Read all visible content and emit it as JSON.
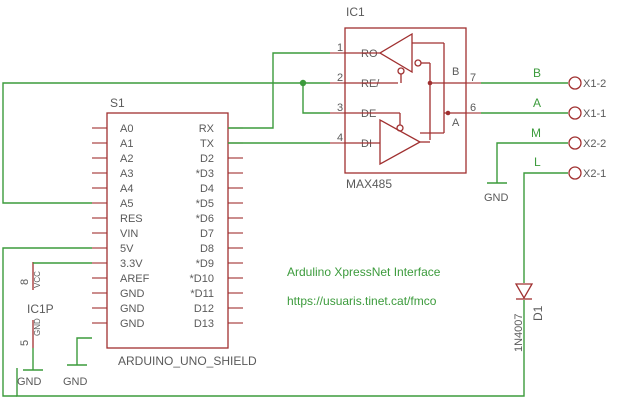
{
  "ic1": {
    "ref": "IC1",
    "value": "MAX485",
    "pins": [
      {
        "num": "1",
        "name": "RO"
      },
      {
        "num": "2",
        "name": "RE/"
      },
      {
        "num": "3",
        "name": "DE"
      },
      {
        "num": "4",
        "name": "DI"
      },
      {
        "num": "7",
        "name": "B"
      },
      {
        "num": "6",
        "name": "A"
      }
    ]
  },
  "s1": {
    "ref": "S1",
    "value": "ARDUINO_UNO_SHIELD",
    "left_pins": [
      "A0",
      "A1",
      "A2",
      "A3",
      "A4",
      "A5",
      "RES",
      "VIN",
      "5V",
      "3.3V",
      "AREF",
      "GND",
      "GND",
      "GND"
    ],
    "right_pins": [
      "RX",
      "TX",
      "D2",
      "*D3",
      "D4",
      "*D5",
      "*D6",
      "D7",
      "D8",
      "*D9",
      "*D10",
      "*D11",
      "D12",
      "D13"
    ]
  },
  "ic1p": {
    "ref": "IC1P",
    "pin_vcc_num": "8",
    "pin_vcc_name": "VCC",
    "pin_gnd_num": "5",
    "pin_gnd_name": "GND"
  },
  "connectors": [
    {
      "net": "B",
      "label": "X1-2"
    },
    {
      "net": "A",
      "label": "X1-1"
    },
    {
      "net": "M",
      "label": "X2-2"
    },
    {
      "net": "L",
      "label": "X2-1"
    }
  ],
  "d1": {
    "ref": "D1",
    "value": "1N4007"
  },
  "gnd_labels": [
    "GND",
    "GND",
    "GND"
  ],
  "title": "Ardulino XpressNet Interface",
  "url": "https://usuaris.tinet.cat/fmco"
}
